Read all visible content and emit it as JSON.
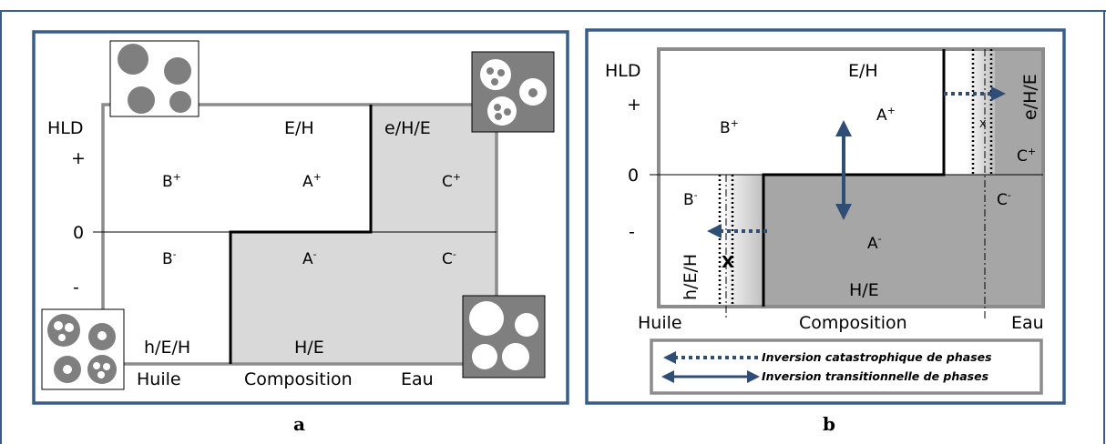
{
  "panel_a": {
    "axis_title": "HLD",
    "sign_plus": "+",
    "zero": "0",
    "sign_minus": "-",
    "zone_b_plus": "B",
    "zone_b_plus_sup": "+",
    "zone_b_minus": "B",
    "zone_b_minus_sup": "-",
    "zone_a_plus": "A",
    "zone_a_plus_sup": "+",
    "zone_a_minus": "A",
    "zone_a_minus_sup": "-",
    "zone_c_plus": "C",
    "zone_c_plus_sup": "+",
    "zone_c_minus": "C",
    "zone_c_minus_sup": "-",
    "label_eh": "E/H",
    "label_eheh": "e/H/E",
    "label_heh": "h/E/H",
    "label_he": "H/E",
    "x_left": "Huile",
    "x_center": "Composition",
    "x_right": "Eau",
    "caption": "a"
  },
  "panel_b": {
    "axis_title": "HLD",
    "sign_plus": "+",
    "zero": "0",
    "sign_minus": "-",
    "label_eh": "E/H",
    "zone_a_plus": "A",
    "zone_a_plus_sup": "+",
    "zone_b_plus": "B",
    "zone_b_plus_sup": "+",
    "zone_b_minus": "B",
    "zone_b_minus_sup": "-",
    "zone_a_minus": "A",
    "zone_a_minus_sup": "-",
    "zone_c_plus": "C",
    "zone_c_plus_sup": "+",
    "zone_c_minus": "C",
    "zone_c_minus_sup": "-",
    "label_he": "H/E",
    "label_eheh_vertical": "e/H/E",
    "label_heh_vertical": "h/E/H",
    "marker_x_left": "X",
    "marker_x_right": "X",
    "x_left": "Huile",
    "x_center": "Composition",
    "x_right": "Eau",
    "legend_catastrophic": "Inversion catastrophique  de phases",
    "legend_transitional": "Inversion transitionnelle  de phases",
    "caption": "b"
  },
  "colors": {
    "frame_blue": "#385D8A",
    "grid_gray": "#8C8C8C",
    "light_fill": "#D9D9D9",
    "dark_fill": "#A6A6A6",
    "droplet_gray": "#7F7F7F",
    "arrow_blue": "#2F4D75"
  }
}
